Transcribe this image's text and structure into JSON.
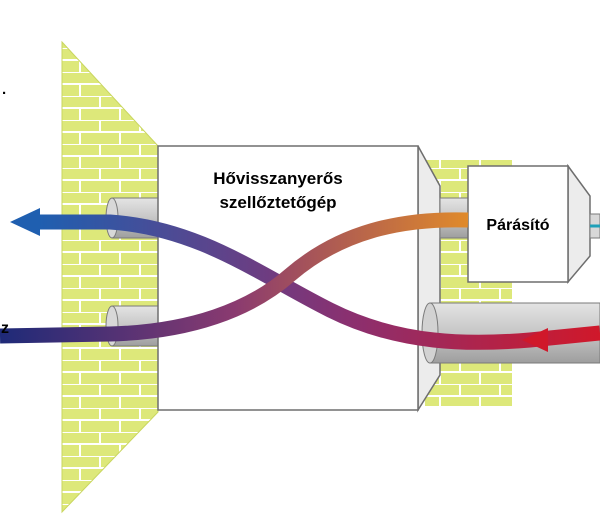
{
  "labels": {
    "unit_line1": "Hővisszanyerős",
    "unit_line2": "szellőztetőgép",
    "humidifier": "Párásító",
    "left_top_fragment": ".",
    "left_bottom_fragment": "z"
  },
  "colors": {
    "wall": "#dde87a",
    "wall_mortar": "#ffffff",
    "box_fill": "#ffffff",
    "box_stroke": "#6e6e6e",
    "pipe": "#c9c9c9",
    "cold_blue": "#1f5fb0",
    "warm_red": "#d0182a",
    "orange": "#e08a2a",
    "dark_blue": "#1e2a78",
    "cyan": "#1fa0b8"
  }
}
